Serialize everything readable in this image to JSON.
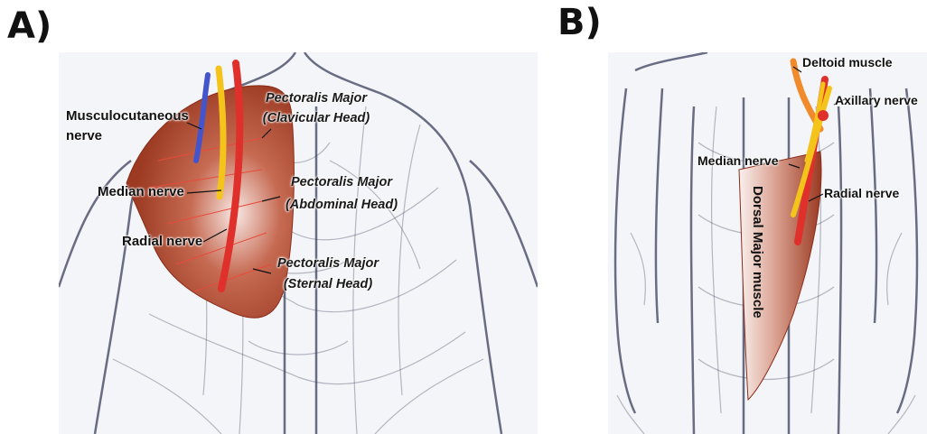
{
  "panel_a": {
    "letter": "A)",
    "labels": {
      "musculo_1": "Musculocutaneous",
      "musculo_2": "nerve",
      "median": "Median nerve",
      "radial": "Radial nerve",
      "clav_1": "Pectoralis Major",
      "clav_2": "(Clavicular Head)",
      "abd_1": "Pectoralis Major",
      "abd_2": "(Abdominal Head)",
      "sternal_1": "Pectoralis Major",
      "sternal_2": "(Sternal Head)"
    }
  },
  "panel_b": {
    "letter": "B)",
    "labels": {
      "deltoid": "Deltoid muscle",
      "axillary": "Axillary nerve",
      "median": "Median nerve",
      "radial": "Radial nerve",
      "dorsal": "Dorsal Major muscle"
    }
  },
  "colors": {
    "muscle": "#b5452c",
    "nerve_red": "#e0302c",
    "nerve_yellow": "#f4c41a",
    "nerve_blue": "#4455cc",
    "deltoid_orange": "#f08a2a",
    "body_outline": "#3a3f5c"
  }
}
